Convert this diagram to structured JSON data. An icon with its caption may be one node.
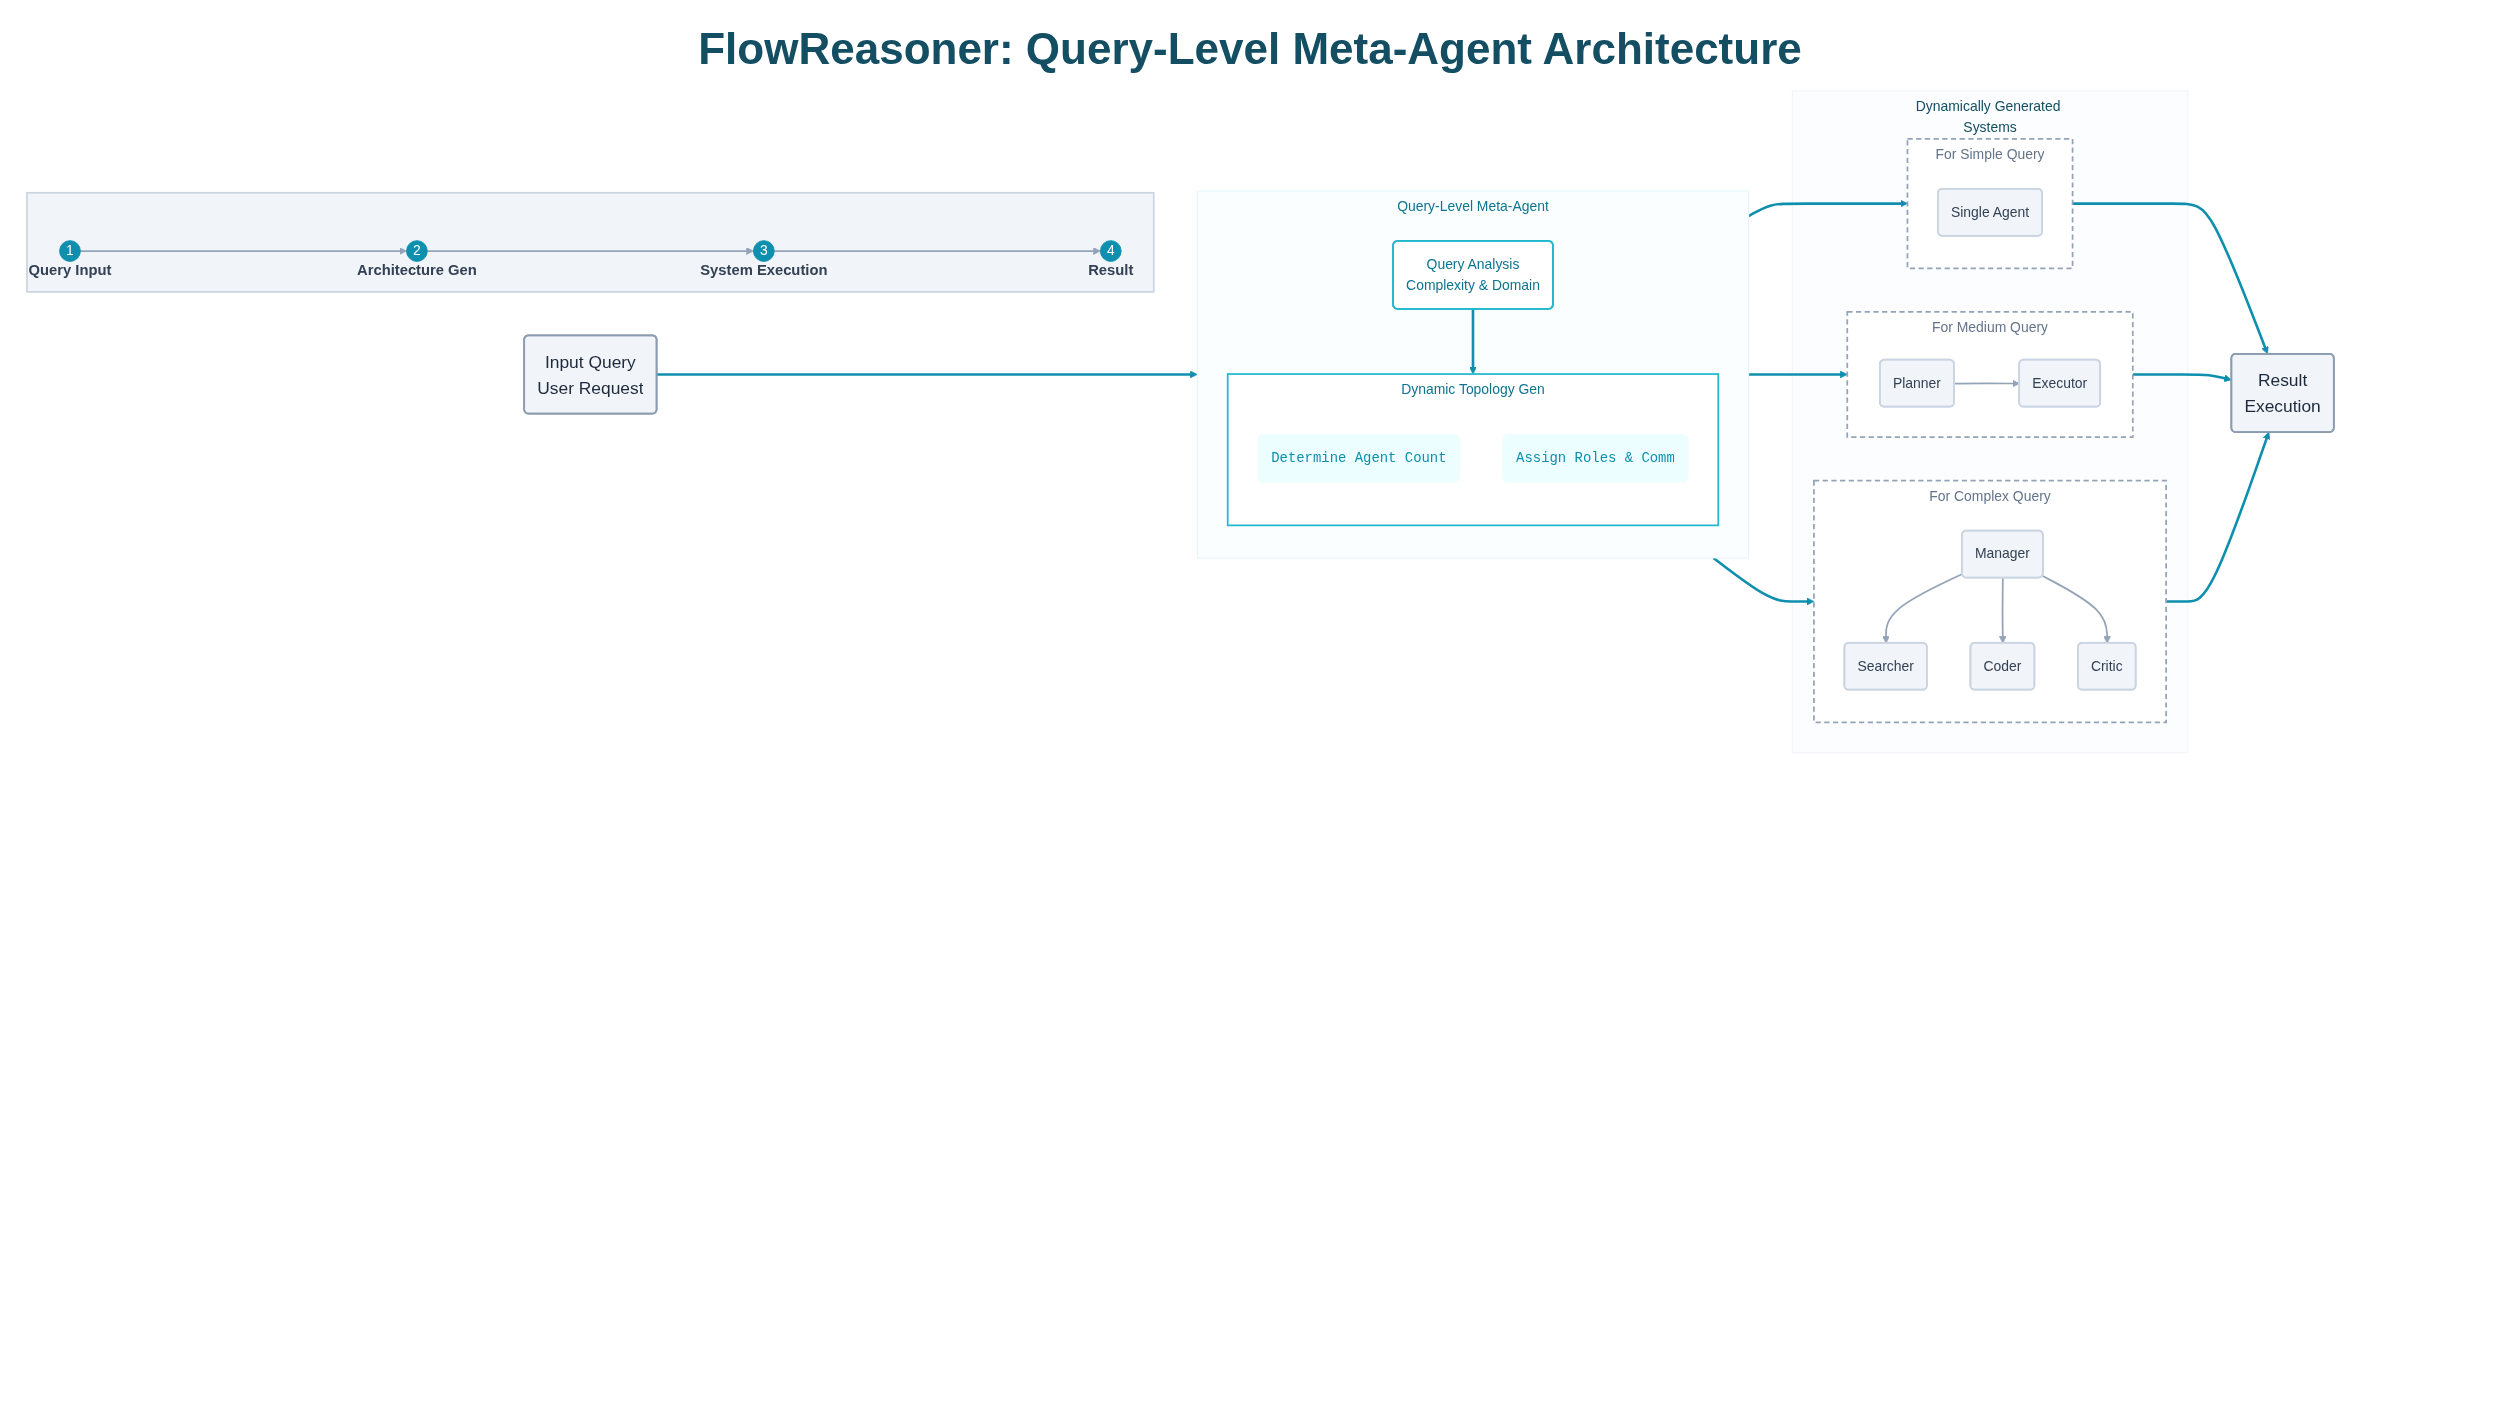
{
  "diagram": {
    "title": "FlowReasoner: Query-Level Meta-Agent Architecture",
    "nodes": [
      {
        "text": [
          "Input Query",
          "User Request"
        ]
      },
      {
        "text": [
          "Query-Level Meta-Agent"
        ]
      },
      {
        "text": [
          "Query Analysis",
          "Complexity & Domain"
        ],
        "in": 1
      },
      {
        "text": [
          "Dynamic Topology Gen"
        ],
        "in": 1
      },
      {
        "text": [
          "Determine Agent Count"
        ],
        "in": 3
      },
      {
        "text": [
          "Assign Roles & Comm"
        ],
        "in": 3
      },
      {
        "text": [
          "Dynamically Generated Systems"
        ]
      },
      {
        "text": [
          "For Simple Query"
        ],
        "in": 6
      },
      {
        "text": [
          "Single Agent"
        ],
        "in": 7
      },
      {
        "text": [
          "For Medium Query"
        ],
        "in": 6
      },
      {
        "text": [
          "Planner"
        ],
        "in": 9
      },
      {
        "text": [
          "Executor"
        ],
        "in": 9
      },
      {
        "text": [
          "For Complex Query"
        ],
        "in": 6
      },
      {
        "text": [
          "Manager"
        ],
        "in": 12
      },
      {
        "text": [
          "Searcher"
        ],
        "in": 12
      },
      {
        "text": [
          "Coder"
        ],
        "in": 12
      },
      {
        "text": [
          "Critic"
        ],
        "in": 12
      },
      {
        "text": [
          "Result",
          "Execution"
        ]
      },
      {
        "text": [],
        "shape": "bar"
      },
      {
        "text": [
          "1"
        ],
        "beside": [
          "Query Input"
        ],
        "in": 18
      },
      {
        "text": [
          "2"
        ],
        "beside": [
          "Architecture Gen"
        ],
        "in": 18
      },
      {
        "text": [
          "3"
        ],
        "beside": [
          "System Execution"
        ],
        "in": 18
      },
      {
        "text": [
          "4"
        ],
        "beside": [
          "Result"
        ],
        "in": 18
      }
    ],
    "edges": [
      {
        "from": 0,
        "to": 1,
        "arrow": "to"
      },
      {
        "from": 2,
        "to": 3,
        "arrow": "to"
      },
      {
        "from": 1,
        "to": 7,
        "arrow": "to"
      },
      {
        "from": 1,
        "to": 9,
        "arrow": "to"
      },
      {
        "from": 1,
        "to": 12,
        "arrow": "to"
      },
      {
        "from": 10,
        "to": 11,
        "arrow": "to",
        "color": "#94a3b8"
      },
      {
        "from": 13,
        "to": 14,
        "arrow": "to",
        "color": "#94a3b8"
      },
      {
        "from": 13,
        "to": 15,
        "arrow": "to",
        "color": "#94a3b8"
      },
      {
        "from": 13,
        "to": 16,
        "arrow": "to",
        "color": "#94a3b8"
      },
      {
        "from": 7,
        "to": 17,
        "arrow": "to"
      },
      {
        "from": 9,
        "to": 17,
        "arrow": "to"
      },
      {
        "from": 12,
        "to": 17,
        "arrow": "to"
      },
      {
        "from": 19,
        "to": 20,
        "arrow": "to",
        "color": "#94a3b8"
      },
      {
        "from": 20,
        "to": 21,
        "arrow": "to",
        "color": "#94a3b8"
      },
      {
        "from": 21,
        "to": 22,
        "arrow": "to",
        "color": "#94a3b8"
      }
    ]
  }
}
